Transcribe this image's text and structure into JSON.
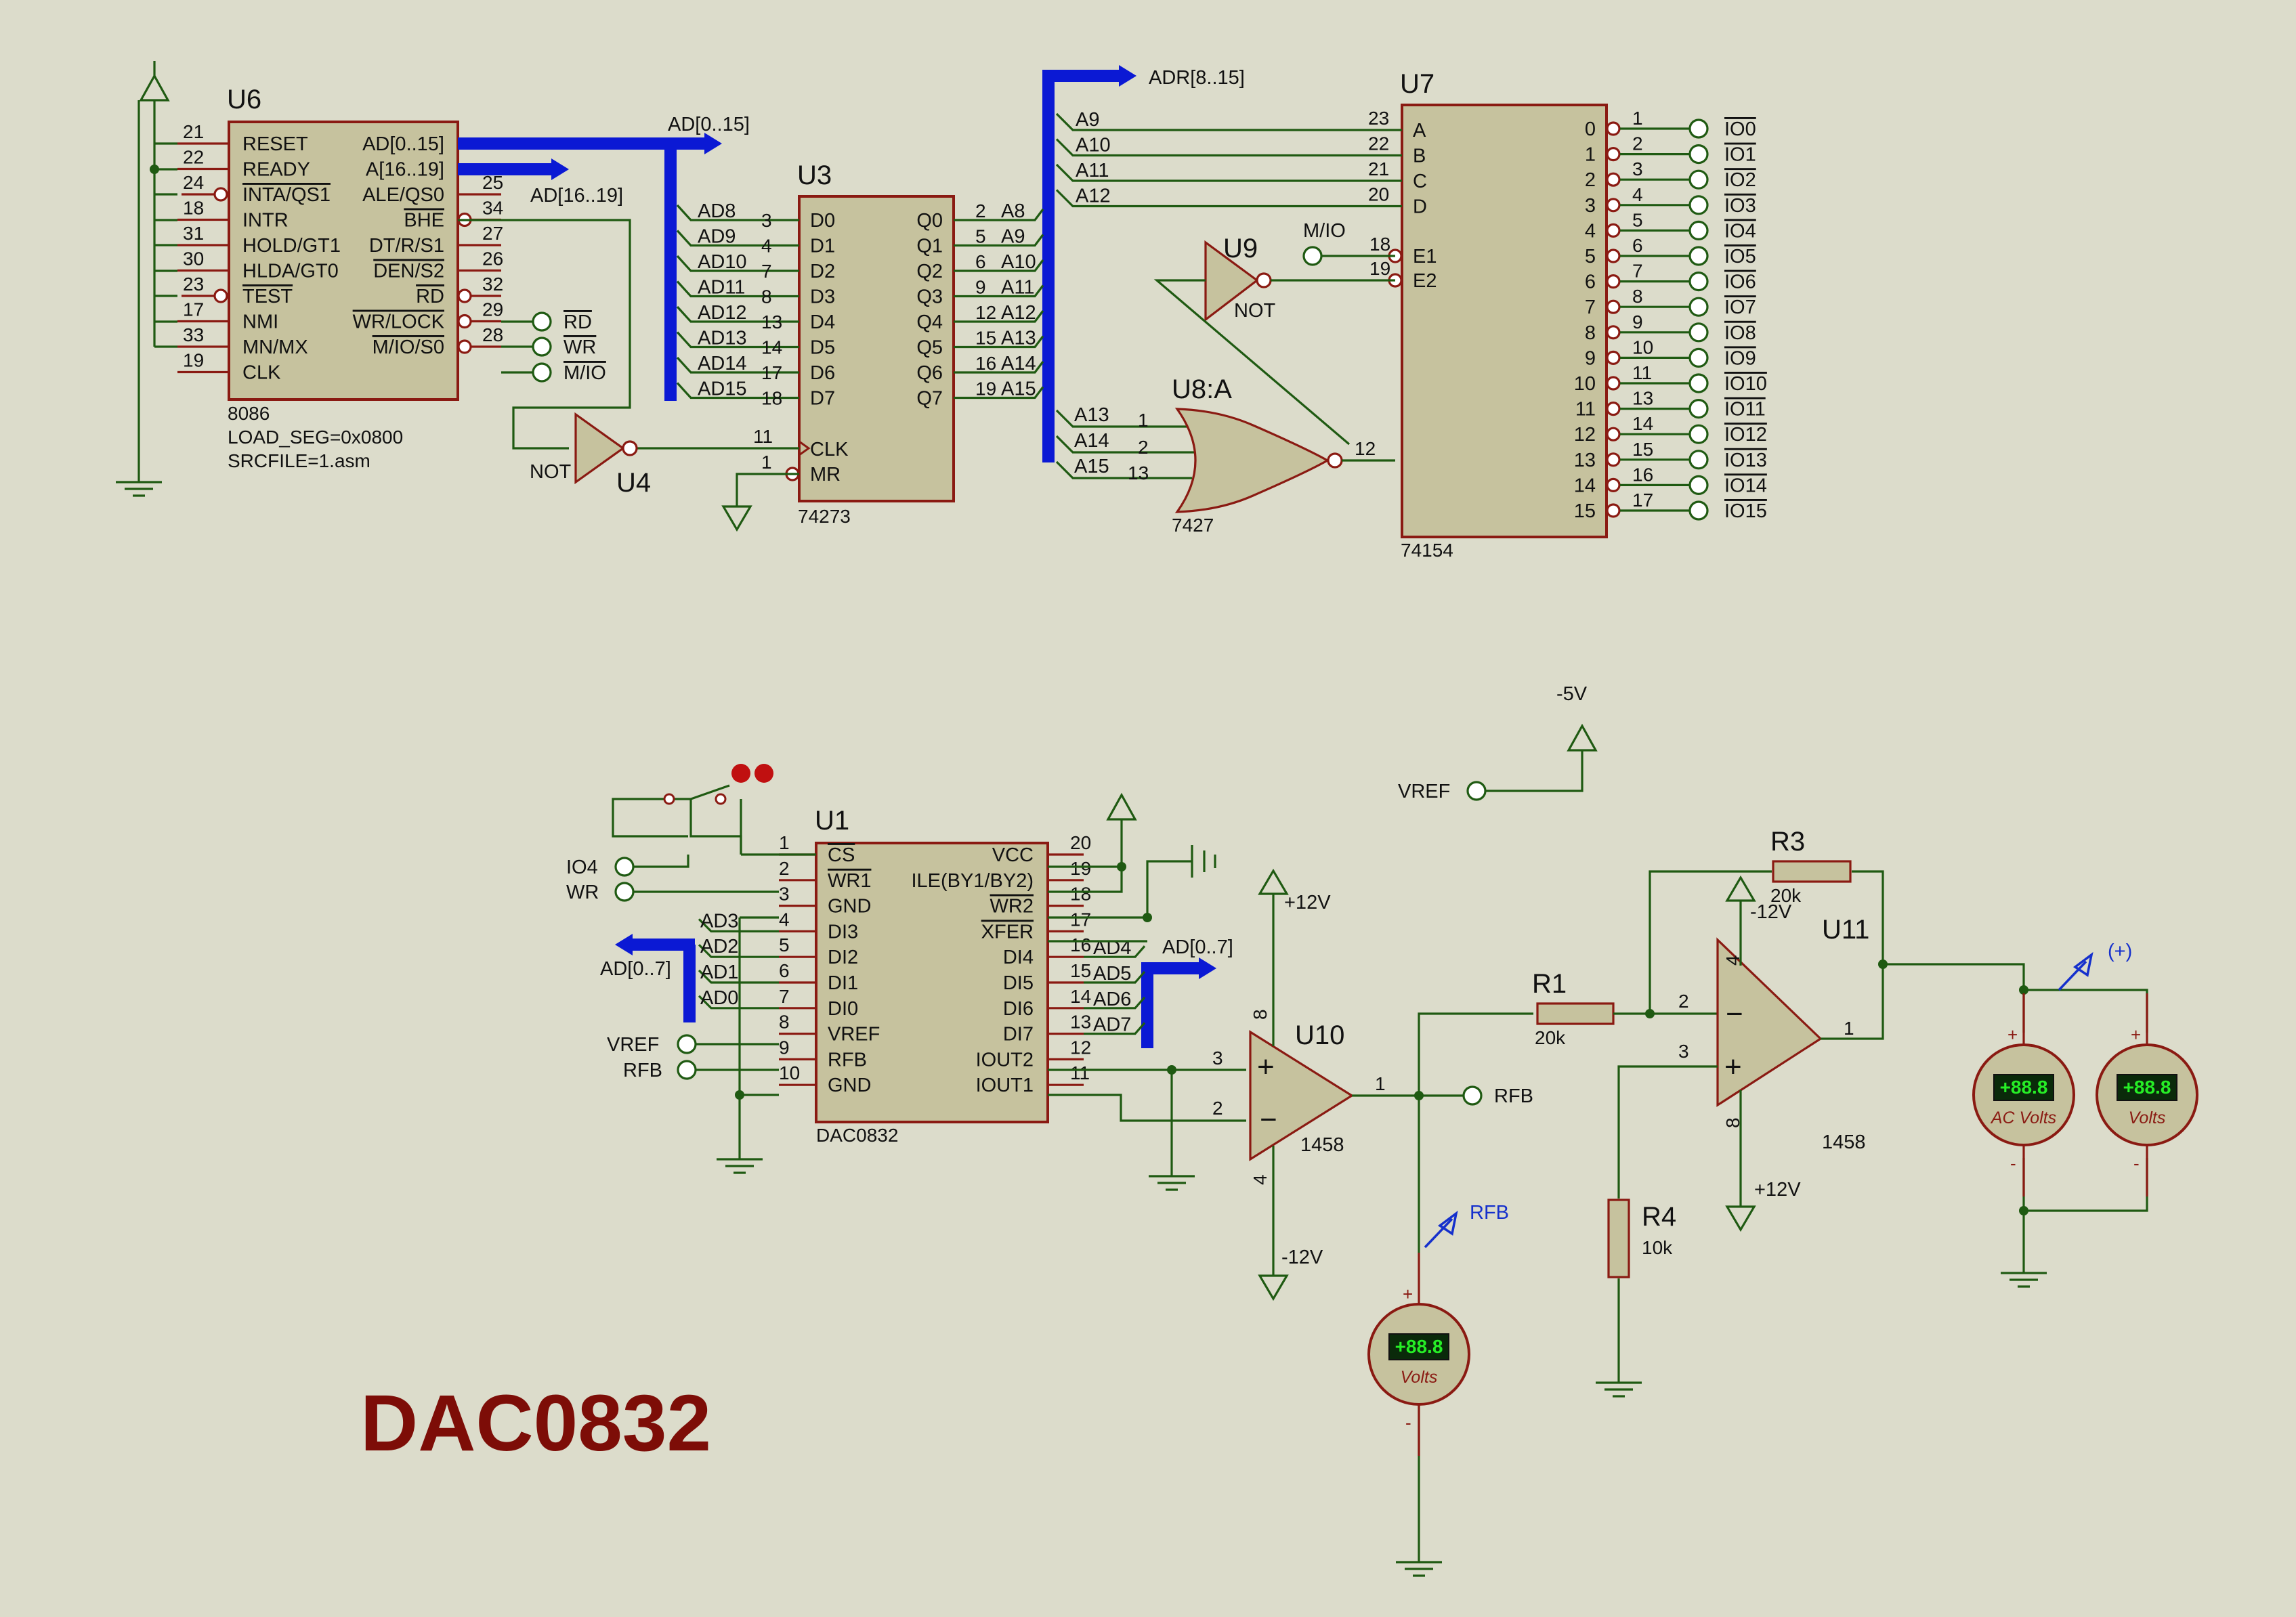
{
  "diagram": {
    "title": "DAC0832",
    "components": [
      {
        "ref": "U6",
        "type": "8086",
        "attrs": [
          "LOAD_SEG=0x0800",
          "SRCFILE=1.asm"
        ],
        "left_pins": [
          {
            "n": "21",
            "l": "RESET"
          },
          {
            "n": "22",
            "l": "READY"
          },
          {
            "n": "24",
            "l": "INTA/QS1"
          },
          {
            "n": "18",
            "l": "INTR"
          },
          {
            "n": "31",
            "l": "HOLD/GT1"
          },
          {
            "n": "30",
            "l": "HLDA/GT0"
          },
          {
            "n": "23",
            "l": "TEST"
          },
          {
            "n": "17",
            "l": "NMI"
          },
          {
            "n": "33",
            "l": "MN/MX"
          },
          {
            "n": "19",
            "l": "CLK"
          }
        ],
        "right_pins": [
          {
            "n": "",
            "l": "AD[0..15]"
          },
          {
            "n": "",
            "l": "A[16..19]"
          },
          {
            "n": "25",
            "l": "ALE/QS0"
          },
          {
            "n": "34",
            "l": "BHE"
          },
          {
            "n": "27",
            "l": "DT/R/S1"
          },
          {
            "n": "26",
            "l": "DEN/S2"
          },
          {
            "n": "32",
            "l": "RD"
          },
          {
            "n": "29",
            "l": "WR/LOCK"
          },
          {
            "n": "28",
            "l": "M/IO/S0"
          }
        ]
      },
      {
        "ref": "U3",
        "type": "74273",
        "left_pins": [
          {
            "n": "3",
            "l": "D0"
          },
          {
            "n": "4",
            "l": "D1"
          },
          {
            "n": "7",
            "l": "D2"
          },
          {
            "n": "8",
            "l": "D3"
          },
          {
            "n": "13",
            "l": "D4"
          },
          {
            "n": "14",
            "l": "D5"
          },
          {
            "n": "17",
            "l": "D6"
          },
          {
            "n": "18",
            "l": "D7"
          },
          {
            "n": "11",
            "l": "CLK"
          },
          {
            "n": "1",
            "l": "MR"
          }
        ],
        "right_pins": [
          {
            "n": "2",
            "l": "Q0"
          },
          {
            "n": "5",
            "l": "Q1"
          },
          {
            "n": "6",
            "l": "Q2"
          },
          {
            "n": "9",
            "l": "Q3"
          },
          {
            "n": "12",
            "l": "Q4"
          },
          {
            "n": "15",
            "l": "Q5"
          },
          {
            "n": "16",
            "l": "Q6"
          },
          {
            "n": "19",
            "l": "Q7"
          }
        ]
      },
      {
        "ref": "U7",
        "type": "74154",
        "left_pins": [
          {
            "n": "23",
            "l": "A"
          },
          {
            "n": "22",
            "l": "B"
          },
          {
            "n": "21",
            "l": "C"
          },
          {
            "n": "20",
            "l": "D"
          },
          {
            "n": "18",
            "l": "E1"
          },
          {
            "n": "19",
            "l": "E2"
          }
        ],
        "right_pins": [
          {
            "n": "1",
            "l": "0"
          },
          {
            "n": "2",
            "l": "1"
          },
          {
            "n": "3",
            "l": "2"
          },
          {
            "n": "4",
            "l": "3"
          },
          {
            "n": "5",
            "l": "4"
          },
          {
            "n": "6",
            "l": "5"
          },
          {
            "n": "7",
            "l": "6"
          },
          {
            "n": "8",
            "l": "7"
          },
          {
            "n": "9",
            "l": "8"
          },
          {
            "n": "10",
            "l": "9"
          },
          {
            "n": "11",
            "l": "10"
          },
          {
            "n": "13",
            "l": "11"
          },
          {
            "n": "14",
            "l": "12"
          },
          {
            "n": "15",
            "l": "13"
          },
          {
            "n": "16",
            "l": "14"
          },
          {
            "n": "17",
            "l": "15"
          }
        ]
      },
      {
        "ref": "U1",
        "type": "DAC0832",
        "left_pins": [
          {
            "n": "1",
            "l": "CS"
          },
          {
            "n": "2",
            "l": "WR1"
          },
          {
            "n": "3",
            "l": "GND"
          },
          {
            "n": "4",
            "l": "DI3"
          },
          {
            "n": "5",
            "l": "DI2"
          },
          {
            "n": "6",
            "l": "DI1"
          },
          {
            "n": "7",
            "l": "DI0"
          },
          {
            "n": "8",
            "l": "VREF"
          },
          {
            "n": "9",
            "l": "RFB"
          },
          {
            "n": "10",
            "l": "GND"
          }
        ],
        "right_pins": [
          {
            "n": "20",
            "l": "VCC"
          },
          {
            "n": "19",
            "l": "ILE(BY1/BY2)"
          },
          {
            "n": "18",
            "l": "WR2"
          },
          {
            "n": "17",
            "l": "XFER"
          },
          {
            "n": "16",
            "l": "DI4"
          },
          {
            "n": "15",
            "l": "DI5"
          },
          {
            "n": "14",
            "l": "DI6"
          },
          {
            "n": "13",
            "l": "DI7"
          },
          {
            "n": "12",
            "l": "IOUT2"
          },
          {
            "n": "11",
            "l": "IOUT1"
          }
        ]
      }
    ],
    "gates": {
      "u4": {
        "ref": "U4",
        "label": "NOT",
        "in": "",
        "out": ""
      },
      "u9": {
        "ref": "U9",
        "label": "NOT"
      },
      "u8": {
        "ref": "U8:A",
        "type": "7427",
        "pins": [
          "1",
          "2",
          "13",
          "12"
        ]
      }
    },
    "opamps": {
      "u10": {
        "ref": "U10",
        "type": "1458",
        "vpos": "+12V",
        "vneg": "-12V",
        "pins": {
          "inp": "3",
          "inn": "2",
          "out": "1",
          "top": "8",
          "bot": "4"
        }
      },
      "u11": {
        "ref": "U11",
        "type": "1458",
        "vpos": "+12V",
        "vneg": "-12V",
        "pins": {
          "inp": "3",
          "inn": "2",
          "out": "1",
          "top": "4",
          "bot": "8"
        }
      }
    },
    "resistors": [
      {
        "ref": "R1",
        "value": "20k"
      },
      {
        "ref": "R3",
        "value": "20k"
      },
      {
        "ref": "R4",
        "value": "10k"
      }
    ],
    "net_labels": {
      "u6_ad_bus": "AD[0..15]",
      "u6_a_bus": "AD[16..19]",
      "adr_bus": "ADR[8..15]",
      "dac_bus_out": "AD[0..7]",
      "dac_bus_in": "AD[0..7]",
      "u3_in": [
        "AD8",
        "AD9",
        "AD10",
        "AD11",
        "AD12",
        "AD13",
        "AD14",
        "AD15"
      ],
      "u3_out": [
        "A8",
        "A9",
        "A10",
        "A11",
        "A12",
        "A13",
        "A14",
        "A15"
      ],
      "u7_in": [
        "A9",
        "A10",
        "A11",
        "A12"
      ],
      "u8_in": [
        "A13",
        "A14",
        "A15"
      ],
      "mio": "M/IO",
      "u7_out": [
        "IO0",
        "IO1",
        "IO2",
        "IO3",
        "IO4",
        "IO5",
        "IO6",
        "IO7",
        "IO8",
        "IO9",
        "IO10",
        "IO11",
        "IO12",
        "IO13",
        "IO14",
        "IO15"
      ],
      "u6_ctrl": [
        "RD",
        "WR",
        "M/IO"
      ],
      "dac_io4": "IO4",
      "dac_wr": "WR",
      "dac_lo": [
        "AD3",
        "AD2",
        "AD1",
        "AD0"
      ],
      "dac_hi": [
        "AD4",
        "AD5",
        "AD6",
        "AD7"
      ],
      "vref": "VREF",
      "rfb": "RFB",
      "m5v": "-5V"
    },
    "meters": [
      {
        "label": "Volts",
        "reading": "+88.8"
      },
      {
        "label": "AC Volts",
        "reading": "+88.8"
      },
      {
        "label": "Volts",
        "reading": "+88.8"
      }
    ],
    "probes": {
      "rfb": "RFB",
      "plus": "(+)"
    },
    "meter_signs": {
      "plus": "+",
      "minus": "-"
    }
  }
}
